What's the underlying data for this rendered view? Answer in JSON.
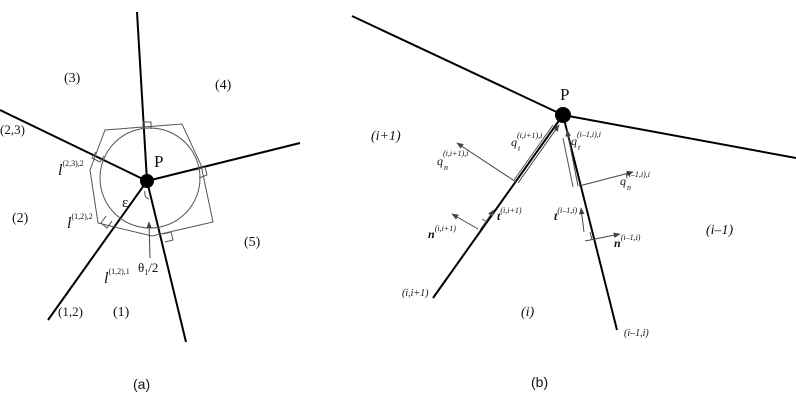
{
  "panel_a": {
    "caption": "(a)",
    "point": "P",
    "regions": [
      "(1)",
      "(2)",
      "(3)",
      "(4)",
      "(5)"
    ],
    "edges": [
      "(1,2)",
      "(2,3)"
    ],
    "segments": [
      {
        "base": "l",
        "sup": "(2,3),2"
      },
      {
        "base": "l",
        "sup": "(1,2),2"
      },
      {
        "base": "l",
        "sup": "(1,2),1"
      }
    ],
    "epsilon": "ε",
    "angle": {
      "base": "θ",
      "sub": "1",
      "tail": "/2"
    }
  },
  "panel_b": {
    "caption": "(b)",
    "point": "P",
    "regions": {
      "left": "(i+1)",
      "middle": "(i)",
      "right": "(i–1)"
    },
    "edges": {
      "left": "(i,i+1)",
      "right": "(i–1,i)"
    },
    "left_vectors": {
      "qn": {
        "base": "q",
        "sub": "n",
        "sup": "(i,i+1),i"
      },
      "qt": {
        "base": "q",
        "sub": "t",
        "sup": "(i,i+1),i"
      },
      "n": {
        "base": "n",
        "sup": "(i,i+1)"
      },
      "t": {
        "base": "t",
        "sup": "(i,i+1)"
      }
    },
    "right_vectors": {
      "qt": {
        "base": "q",
        "sub": "t",
        "sup": "(i–1,i),i"
      },
      "qn": {
        "base": "q",
        "sub": "n",
        "sup": "(i–1,i),i"
      },
      "t": {
        "base": "t",
        "sup": "(i–1,i)"
      },
      "n": {
        "base": "n",
        "sup": "(i–1,i)"
      }
    }
  }
}
